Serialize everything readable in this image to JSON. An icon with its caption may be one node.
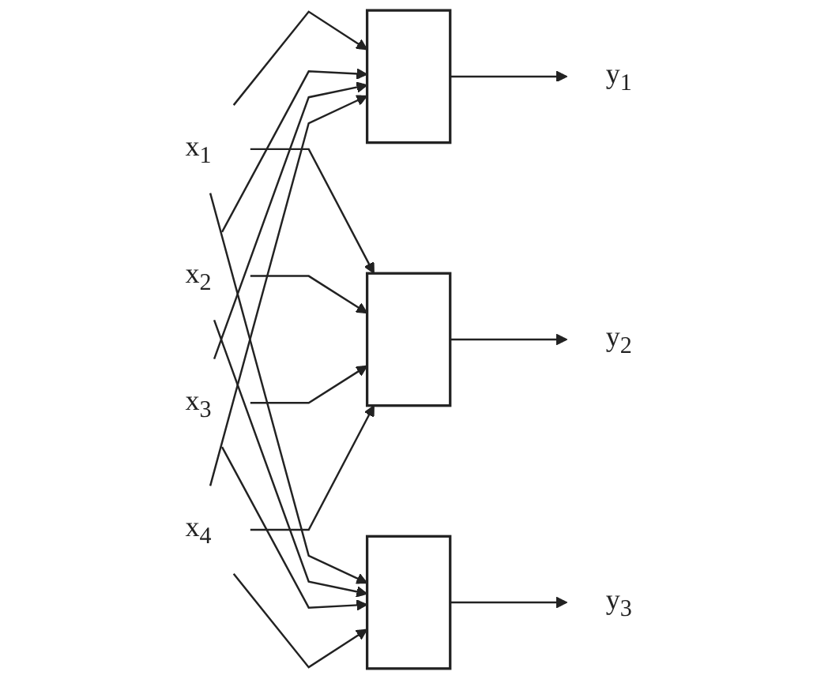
{
  "diagram": {
    "nodes": [
      {
        "text": [
          "x$_{1}$"
        ]
      },
      {
        "text": [
          "x$_{2}$"
        ]
      },
      {
        "text": [
          "x$_{3}$"
        ]
      },
      {
        "text": [
          "x$_{4}$"
        ]
      },
      {
        "text": [],
        "shape": "box"
      },
      {
        "text": [],
        "shape": "box"
      },
      {
        "text": [],
        "shape": "box"
      },
      {
        "text": [
          "y$_{1}$"
        ]
      },
      {
        "text": [
          "y$_{2}$"
        ]
      },
      {
        "text": [
          "y$_{3}$"
        ]
      }
    ],
    "edges": [
      {
        "from": 0,
        "to": 4,
        "arrow": "to"
      },
      {
        "from": 0,
        "to": 5,
        "arrow": "to"
      },
      {
        "from": 0,
        "to": 6,
        "arrow": "to"
      },
      {
        "from": 1,
        "to": 4,
        "arrow": "to"
      },
      {
        "from": 1,
        "to": 5,
        "arrow": "to"
      },
      {
        "from": 1,
        "to": 6,
        "arrow": "to"
      },
      {
        "from": 2,
        "to": 4,
        "arrow": "to"
      },
      {
        "from": 2,
        "to": 5,
        "arrow": "to"
      },
      {
        "from": 2,
        "to": 6,
        "arrow": "to"
      },
      {
        "from": 3,
        "to": 4,
        "arrow": "to"
      },
      {
        "from": 3,
        "to": 5,
        "arrow": "to"
      },
      {
        "from": 3,
        "to": 6,
        "arrow": "to"
      },
      {
        "from": 4,
        "to": 7,
        "arrow": "to"
      },
      {
        "from": 5,
        "to": 8,
        "arrow": "to"
      },
      {
        "from": 6,
        "to": 9,
        "arrow": "to"
      }
    ]
  }
}
